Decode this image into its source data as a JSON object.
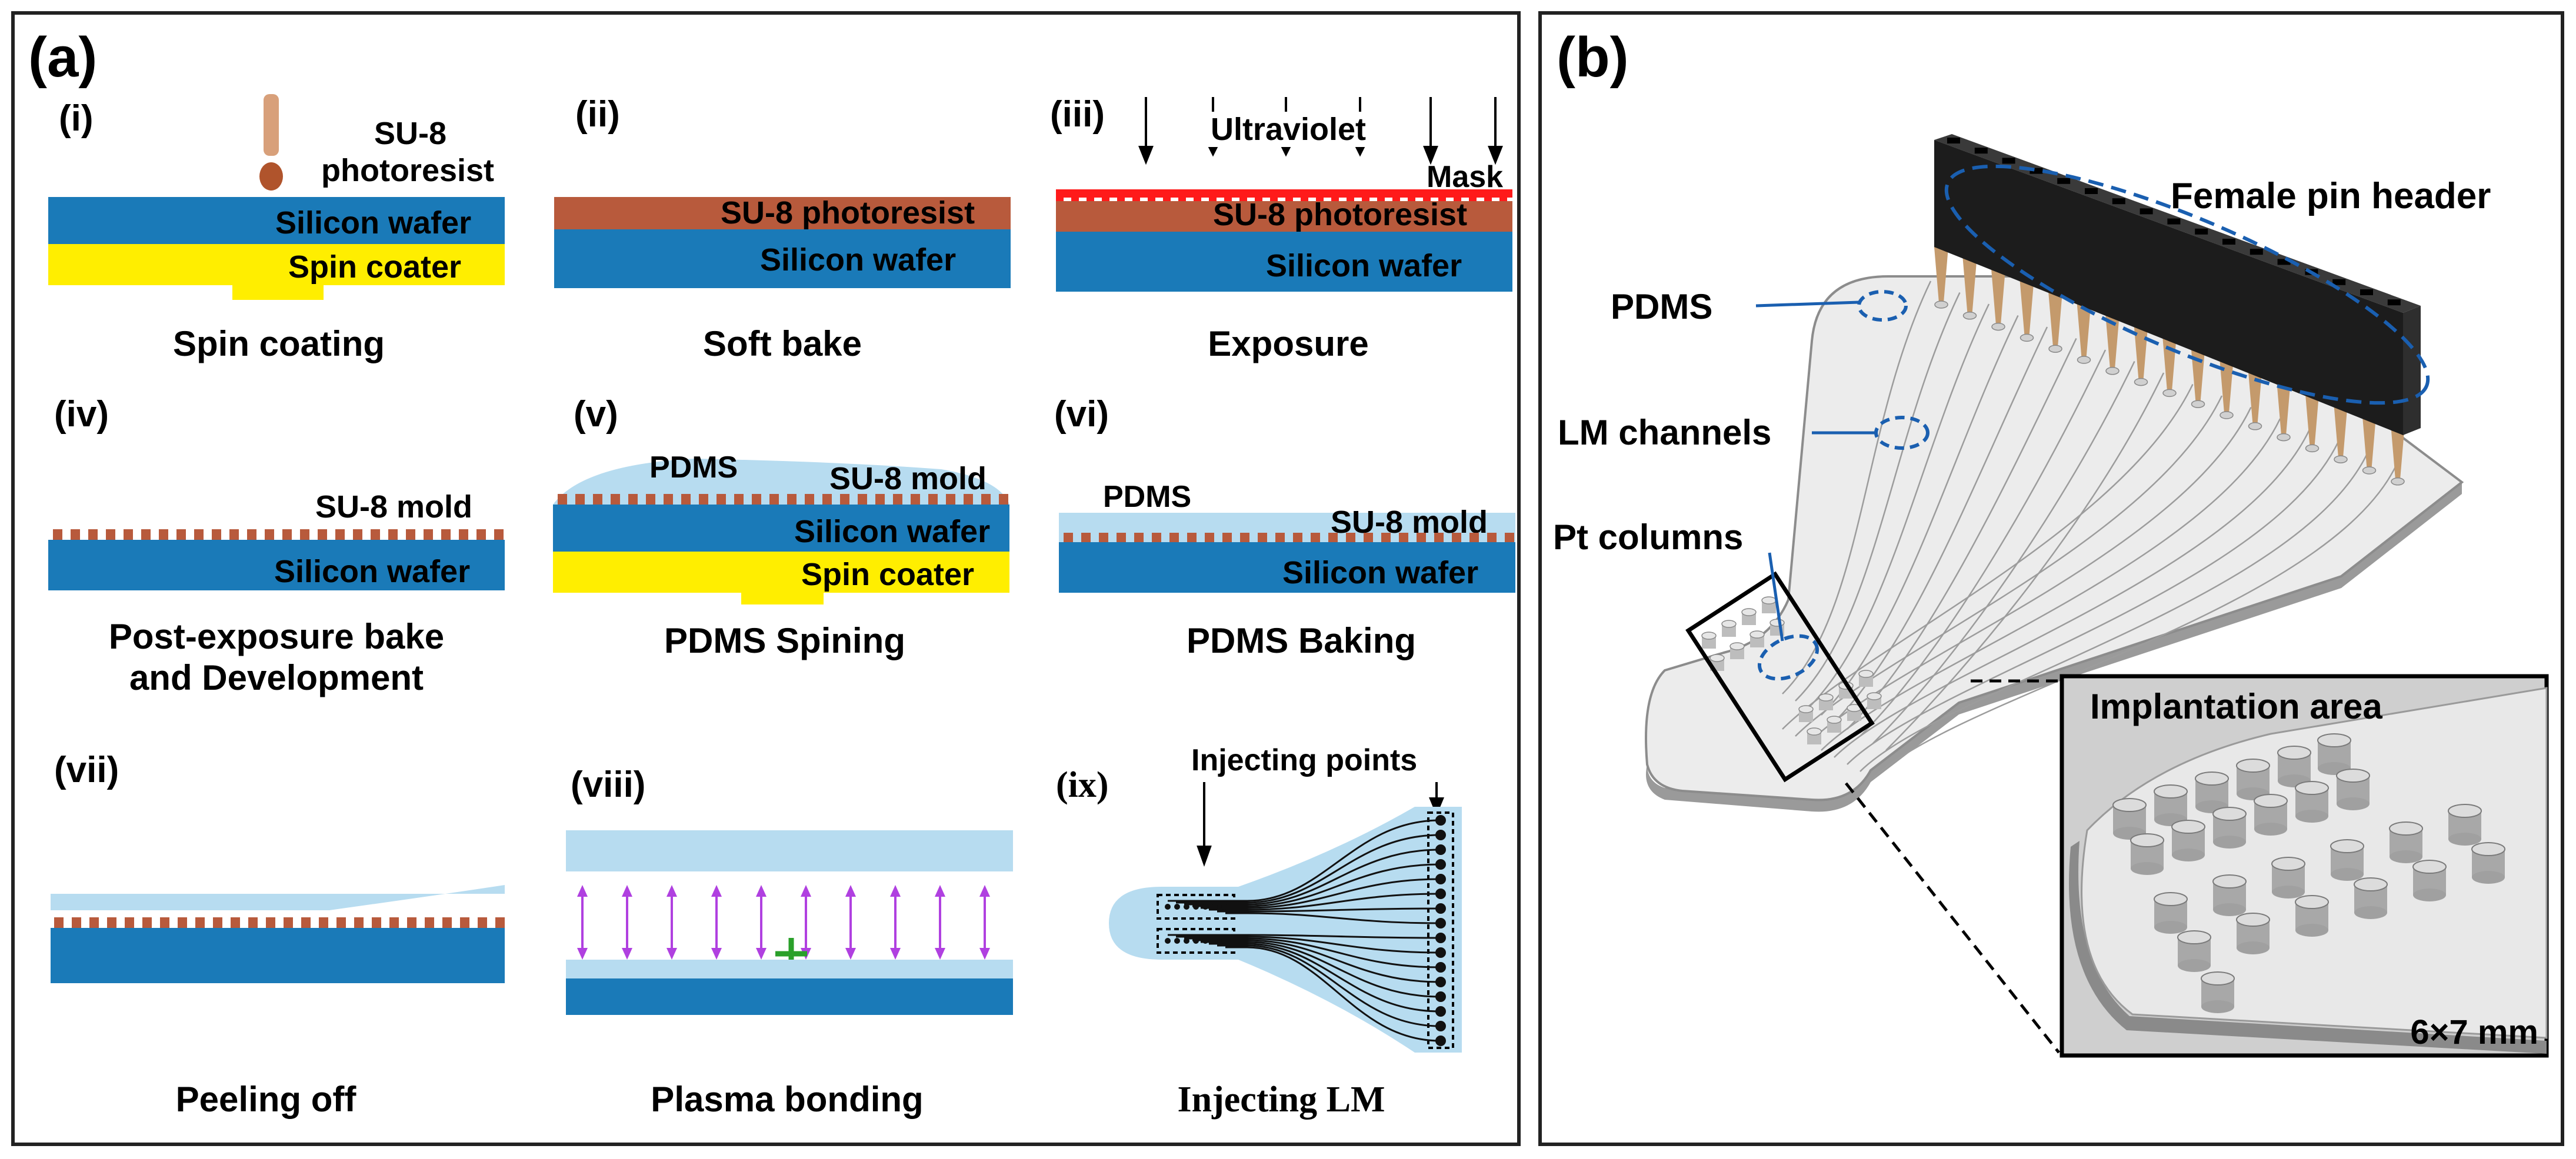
{
  "panel_a": {
    "label": "(a)",
    "steps": {
      "i": {
        "num": "(i)",
        "caption": "Spin coating",
        "su8_l1": "SU-8",
        "su8_l2": "photoresist",
        "wafer": "Silicon wafer",
        "coater": "Spin coater"
      },
      "ii": {
        "num": "(ii)",
        "caption": "Soft bake",
        "su8": "SU-8 photoresist",
        "wafer": "Silicon wafer"
      },
      "iii": {
        "num": "(iii)",
        "caption": "Exposure",
        "uv": "Ultraviolet",
        "mask": "Mask",
        "su8": "SU-8 photoresist",
        "wafer": "Silicon wafer"
      },
      "iv": {
        "num": "(iv)",
        "caption_l1": "Post-exposure bake",
        "caption_l2": "and Development",
        "mold": "SU-8 mold",
        "wafer": "Silicon wafer"
      },
      "v": {
        "num": "(v)",
        "caption": "PDMS Spining",
        "pdms": "PDMS",
        "mold": "SU-8 mold",
        "wafer": "Silicon wafer",
        "coater": "Spin coater"
      },
      "vi": {
        "num": "(vi)",
        "caption": "PDMS Baking",
        "pdms": "PDMS",
        "mold": "SU-8 mold",
        "wafer": "Silicon wafer"
      },
      "vii": {
        "num": "(vii)",
        "caption": "Peeling off"
      },
      "viii": {
        "num": "(viii)",
        "caption": "Plasma bonding"
      },
      "ix": {
        "num": "(ix)",
        "caption": "Injecting LM",
        "points": "Injecting points"
      }
    }
  },
  "panel_b": {
    "label": "(b)",
    "header": "Female pin header",
    "pdms": "PDMS",
    "channels": "LM channels",
    "pt": "Pt columns",
    "implant": "Implantation area",
    "size": "6×7 mm"
  },
  "colors": {
    "wafer": "#1a7ab8",
    "coater": "#ffee00",
    "su8": "#b85a3c",
    "pdms": "#b7dcf0",
    "mask": "#ff1a1a",
    "plasma_arrow": "#b040e0",
    "plus": "#2aa02a",
    "callout": "#1a5fb0",
    "header": "#1c1c1c",
    "pin": "#c49a6c"
  }
}
